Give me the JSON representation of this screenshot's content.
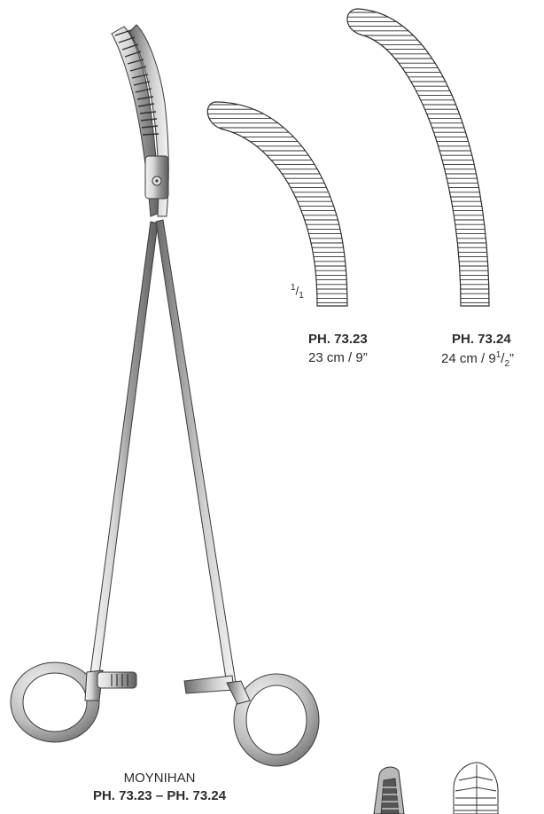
{
  "scale_label": {
    "numerator": "1",
    "denominator": "1"
  },
  "variants": [
    {
      "code": "PH. 73.23",
      "size_text": "23 cm / 9”"
    },
    {
      "code": "PH. 73.24",
      "size_cm": "24 cm / 9",
      "size_frac_num": "1",
      "size_frac_den": "2",
      "size_suffix": "”"
    }
  ],
  "product": {
    "name": "MOYNIHAN",
    "codes": "PH. 73.23  – PH. 73.24"
  },
  "colors": {
    "steel_light": "#e8e8e8",
    "steel_mid": "#b5b5b5",
    "steel_dark": "#6e6e6e",
    "outline": "#3a3a3a",
    "text": "#2b2b2b"
  }
}
